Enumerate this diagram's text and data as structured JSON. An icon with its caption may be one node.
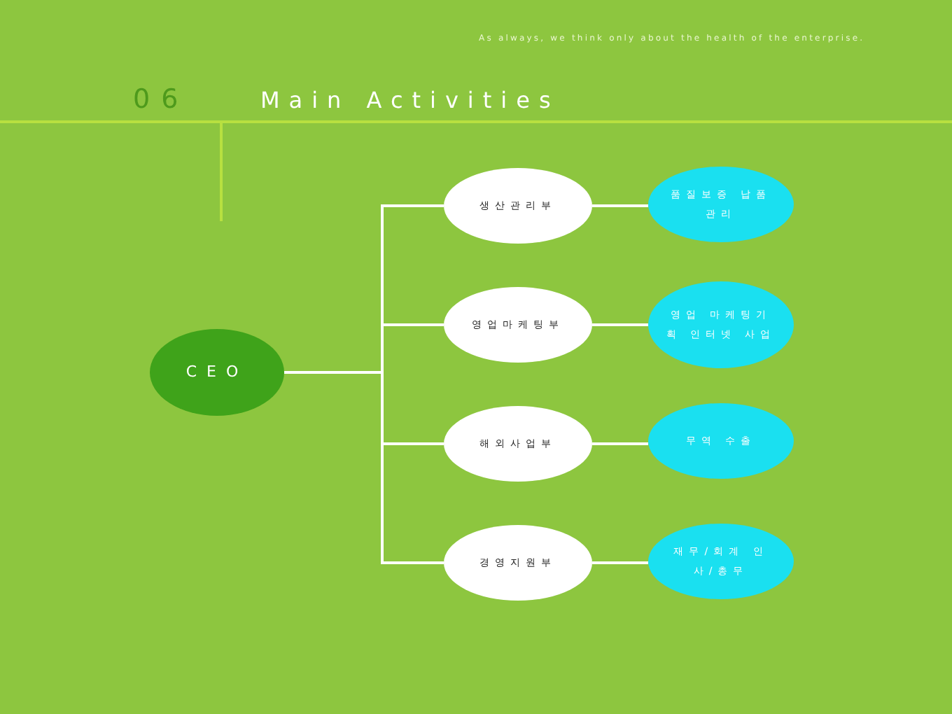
{
  "diagram": {
    "title": "Main Activities",
    "nodes": [
      {
        "text": [
          "CEO"
        ]
      },
      {
        "text": [
          "생산관리부"
        ]
      },
      {
        "text": [
          "영업마케팅부"
        ]
      },
      {
        "text": [
          "해외사업부"
        ]
      },
      {
        "text": [
          "경영지원부"
        ]
      },
      {
        "text": [
          "품질보증 납품관리"
        ]
      },
      {
        "text": [
          "영업 마케팅기획 인터넷 사업"
        ]
      },
      {
        "text": [
          "무역 수출"
        ]
      },
      {
        "text": [
          "재무/회계 인사/총무"
        ]
      }
    ],
    "edges": [
      {
        "from": 0,
        "to": 1,
        "arrow": "none"
      },
      {
        "from": 0,
        "to": 2,
        "arrow": "none"
      },
      {
        "from": 0,
        "to": 3,
        "arrow": "none"
      },
      {
        "from": 0,
        "to": 4,
        "arrow": "none"
      },
      {
        "from": 1,
        "to": 5,
        "arrow": "none"
      },
      {
        "from": 2,
        "to": 6,
        "arrow": "none"
      },
      {
        "from": 3,
        "to": 7,
        "arrow": "none"
      },
      {
        "from": 4,
        "to": 8,
        "arrow": "none"
      }
    ],
    "labels": [
      "As always, we think only about the health of the enterprise.",
      "06"
    ]
  }
}
